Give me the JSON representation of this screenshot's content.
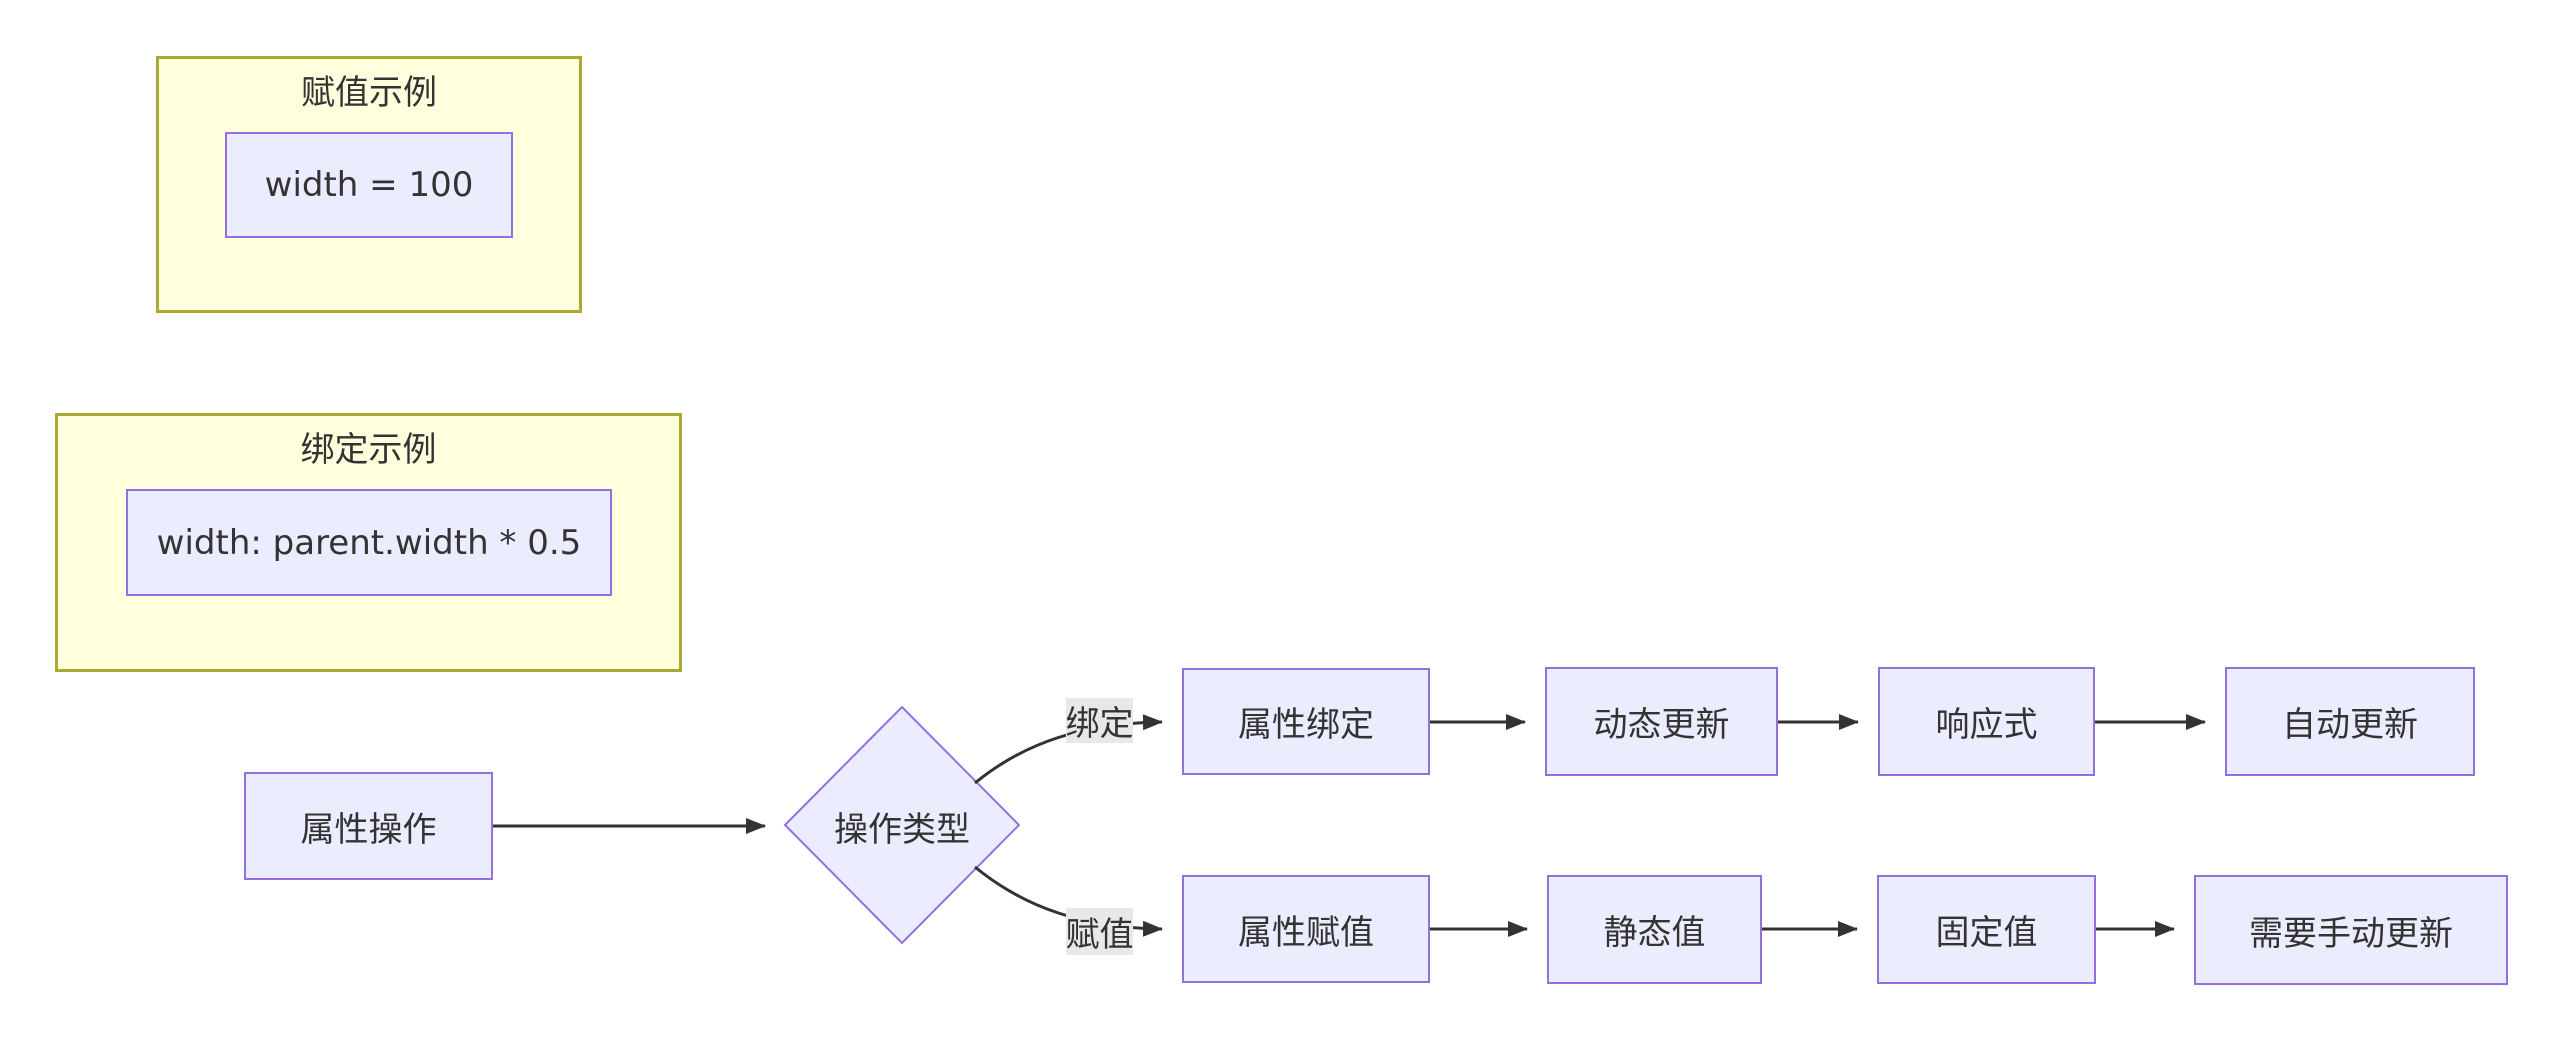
{
  "diagram": {
    "subgraphs": [
      {
        "title": "赋值示例",
        "node_label": "width = 100"
      },
      {
        "title": "绑定示例",
        "node_label": "width: parent.width * 0.5"
      }
    ],
    "flow": {
      "start_label": "属性操作",
      "decision_label": "操作类型",
      "branch_binding": {
        "edge_label": "绑定",
        "nodes": [
          "属性绑定",
          "动态更新",
          "响应式",
          "自动更新"
        ]
      },
      "branch_assignment": {
        "edge_label": "赋值",
        "nodes": [
          "属性赋值",
          "静态值",
          "固定值",
          "需要手动更新"
        ]
      }
    },
    "colors": {
      "node_fill": "#ECECFF",
      "node_border": "#9370DB",
      "subgraph_fill": "#ffffde",
      "subgraph_border": "#aaaa33",
      "edge": "#333333",
      "edge_label_bg": "#e8e8e8",
      "text": "#333333"
    }
  }
}
